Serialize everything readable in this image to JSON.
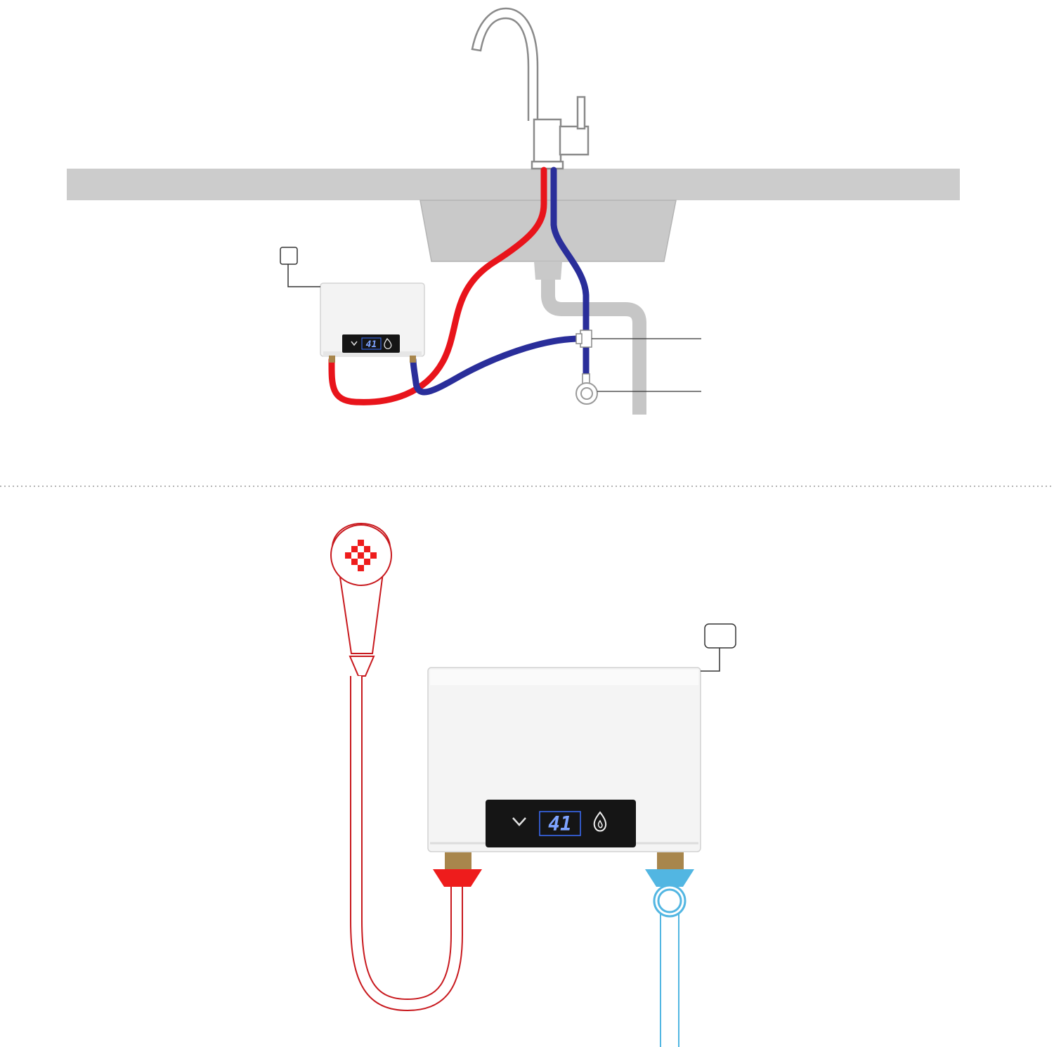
{
  "colors": {
    "hot_line": "#e8141b",
    "cold_line": "#2a2e9a",
    "shower_hot": "#c8191e",
    "shower_hot_fill": "#ee1c1c",
    "cold_cyan": "#52b6e2",
    "counter": "#cccccc",
    "sink": "#c8c8c8",
    "drain": "#c8c8c8",
    "faucet_outline": "#8c8c8c",
    "heater_body": "#f4f4f4",
    "heater_edge": "#d0d0d0",
    "display_bg": "#151515",
    "display_digits": "#3c6eff",
    "fitting_brass": "#a8864c",
    "divider": "#9a9a9a"
  },
  "top_scene": {
    "heater_display": {
      "temperature": "41",
      "left_icon": "chevron-down-icon",
      "right_icon": "flame-drop-icon"
    },
    "callout_box_icon": "blank-label-box",
    "tee_callout": "tee-connector",
    "valve_callout": "angle-valve"
  },
  "bottom_scene": {
    "heater_display": {
      "temperature": "41",
      "left_icon": "chevron-down-icon",
      "right_icon": "flame-drop-icon"
    },
    "callout_box_icon": "blank-label-box",
    "shower_head_icon": "shower-head-icon",
    "hot_connector_icon": "hot-outlet-connector",
    "cold_connector_icon": "cold-inlet-connector"
  }
}
